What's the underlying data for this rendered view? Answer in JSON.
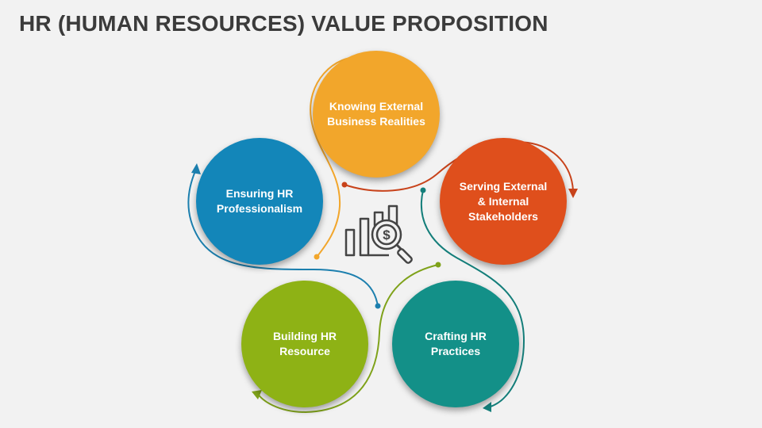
{
  "title": "HR (HUMAN RESOURCES) VALUE PROPOSITION",
  "center_icon": "dollar-chart-magnifier-icon",
  "nodes": [
    {
      "label": "Knowing External\nBusiness Realities",
      "color": "#f2a62b"
    },
    {
      "label": "Serving External\n& Internal\nStakeholders",
      "color": "#df4f1c"
    },
    {
      "label": "Crafting HR\nPractices",
      "color": "#139088"
    },
    {
      "label": "Building HR\nResource",
      "color": "#8eb215"
    },
    {
      "label": "Ensuring HR\nProfessionalism",
      "color": "#1386b9"
    }
  ],
  "arrow_colors": {
    "knowing": "#f2a62b",
    "serving": "#c8431b",
    "crafting": "#147e7a",
    "building": "#7fa21a",
    "ensuring": "#1c7fae"
  }
}
